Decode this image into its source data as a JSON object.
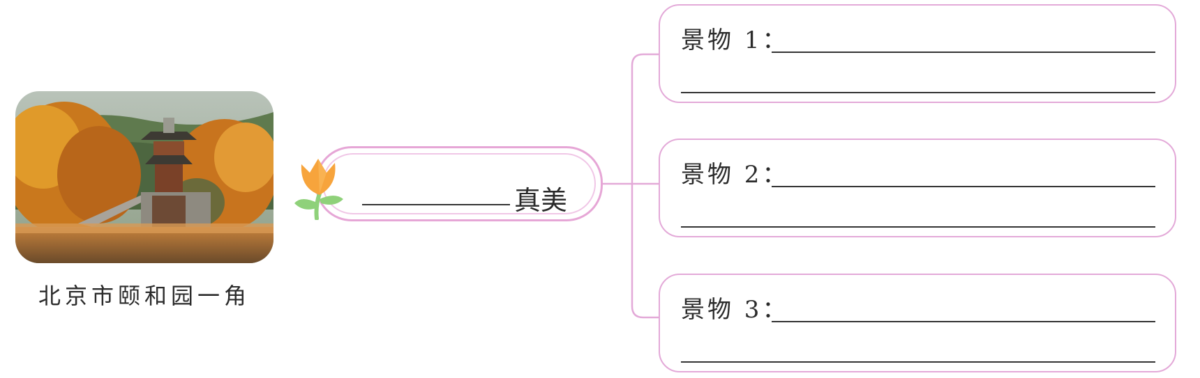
{
  "photo": {
    "caption": "北京市颐和园一角",
    "icon": "summer-palace-pavilion-photo"
  },
  "topic": {
    "text": "真美",
    "icon": "tulip-icon"
  },
  "scenery": [
    {
      "label": "景物 1："
    },
    {
      "label": "景物 2："
    },
    {
      "label": "景物 3："
    }
  ],
  "colors": {
    "border_pink": "#e3a9d8",
    "tulip_orange": "#f7a43c",
    "leaf_green": "#8fd17a"
  }
}
